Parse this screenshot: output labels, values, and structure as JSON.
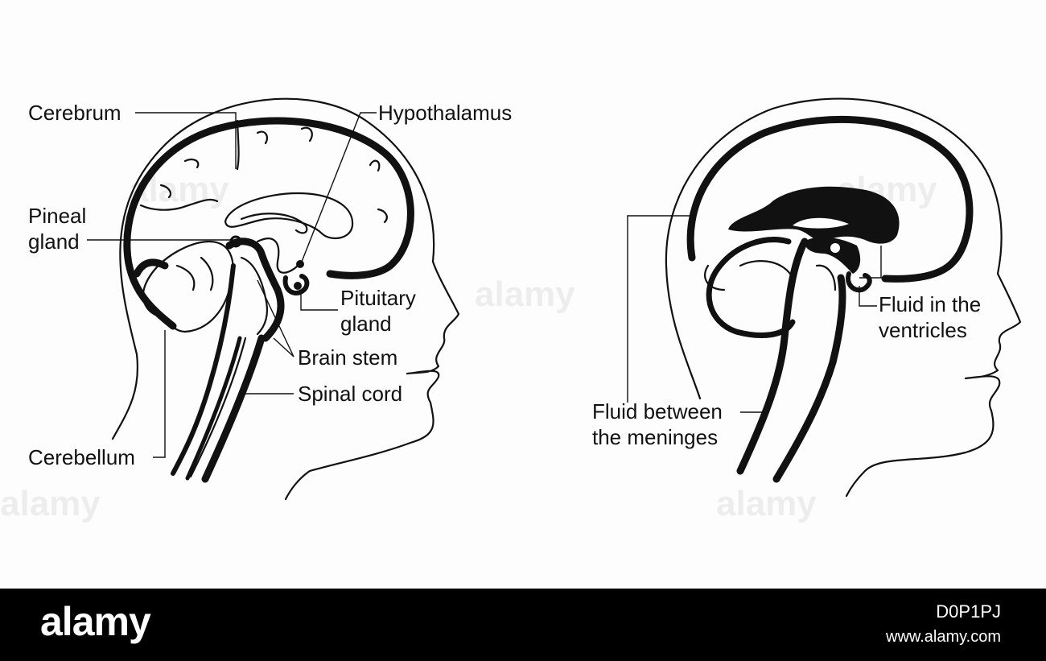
{
  "left_diagram": {
    "labels": {
      "cerebrum": "Cerebrum",
      "hypothalamus": "Hypothalamus",
      "pineal_line1": "Pineal",
      "pineal_line2": "gland",
      "pituitary_line1": "Pituitary",
      "pituitary_line2": "gland",
      "brain_stem": "Brain stem",
      "spinal_cord": "Spinal cord",
      "cerebellum": "Cerebellum"
    }
  },
  "right_diagram": {
    "labels": {
      "ventricles_line1": "Fluid in the",
      "ventricles_line2": "ventricles",
      "meninges_line1": "Fluid between",
      "meninges_line2": "the meninges"
    }
  },
  "watermark": {
    "brand": "alamy",
    "image_id": "D0P1PJ",
    "site": "www.alamy.com"
  },
  "colors": {
    "ink": "#111111",
    "paper": "#fdfdfd",
    "footer_bg": "#000000"
  }
}
